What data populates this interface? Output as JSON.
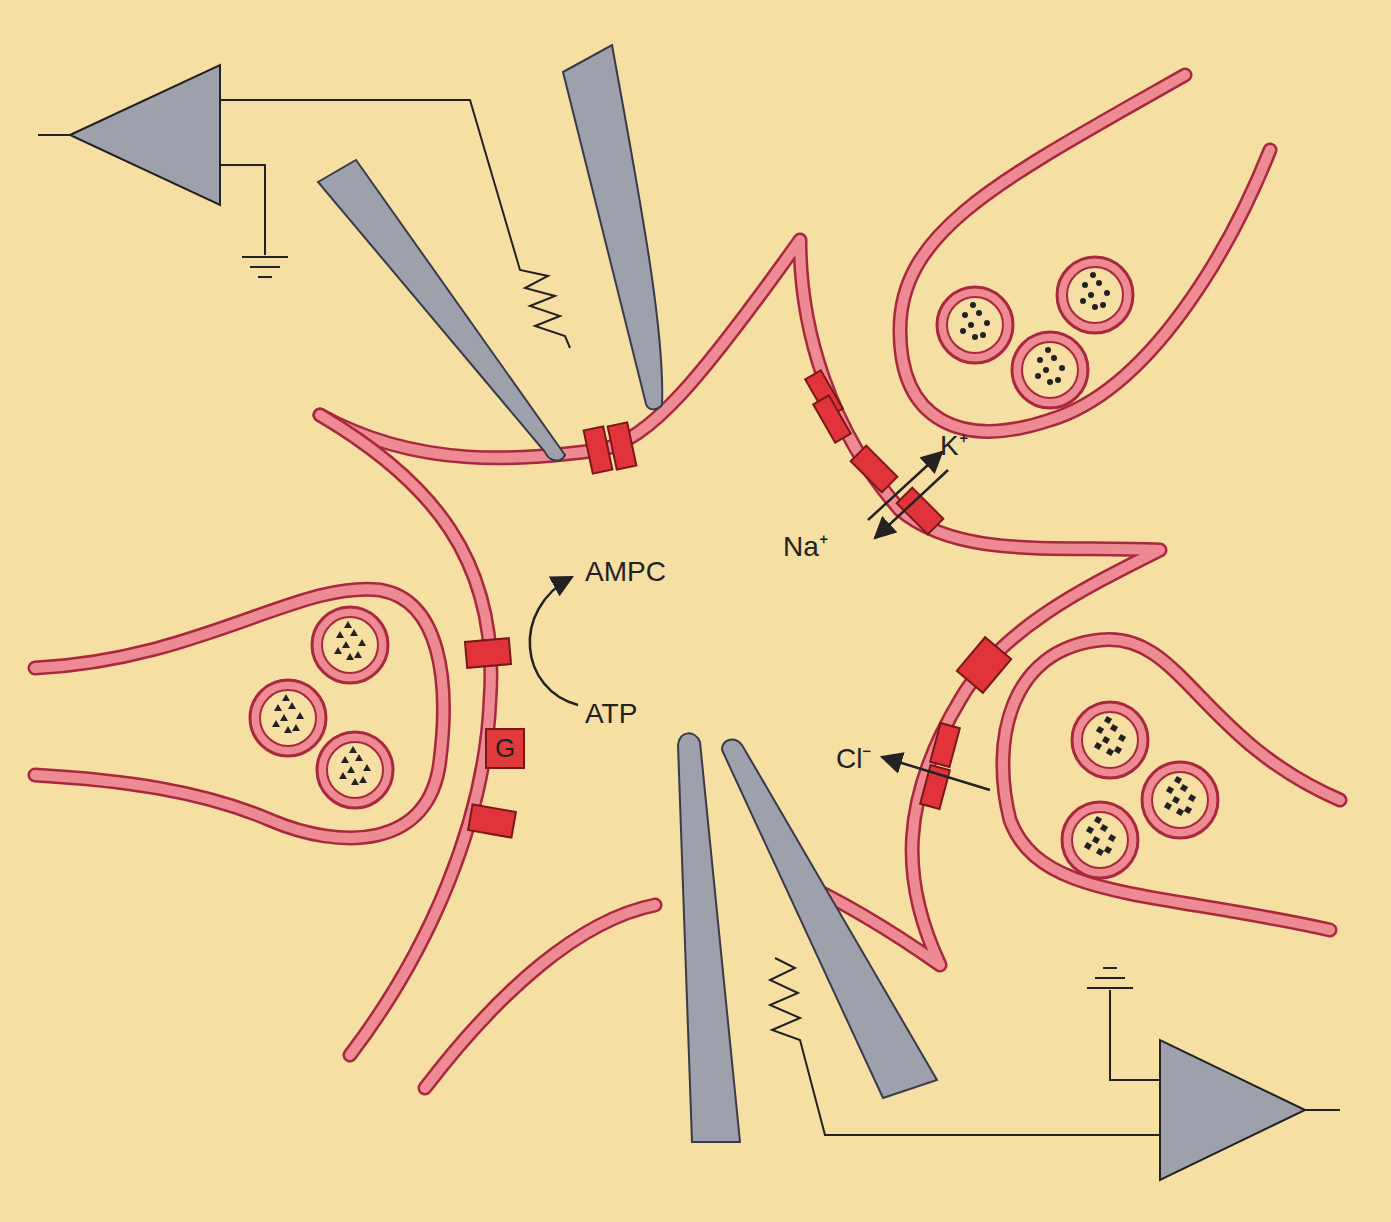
{
  "diagram": {
    "nodes": [
      {
        "text": [
          "G"
        ]
      }
    ],
    "labels": [
      "K⁺",
      "Na⁺",
      "AMPC",
      "ATP",
      "Cl⁻"
    ]
  }
}
